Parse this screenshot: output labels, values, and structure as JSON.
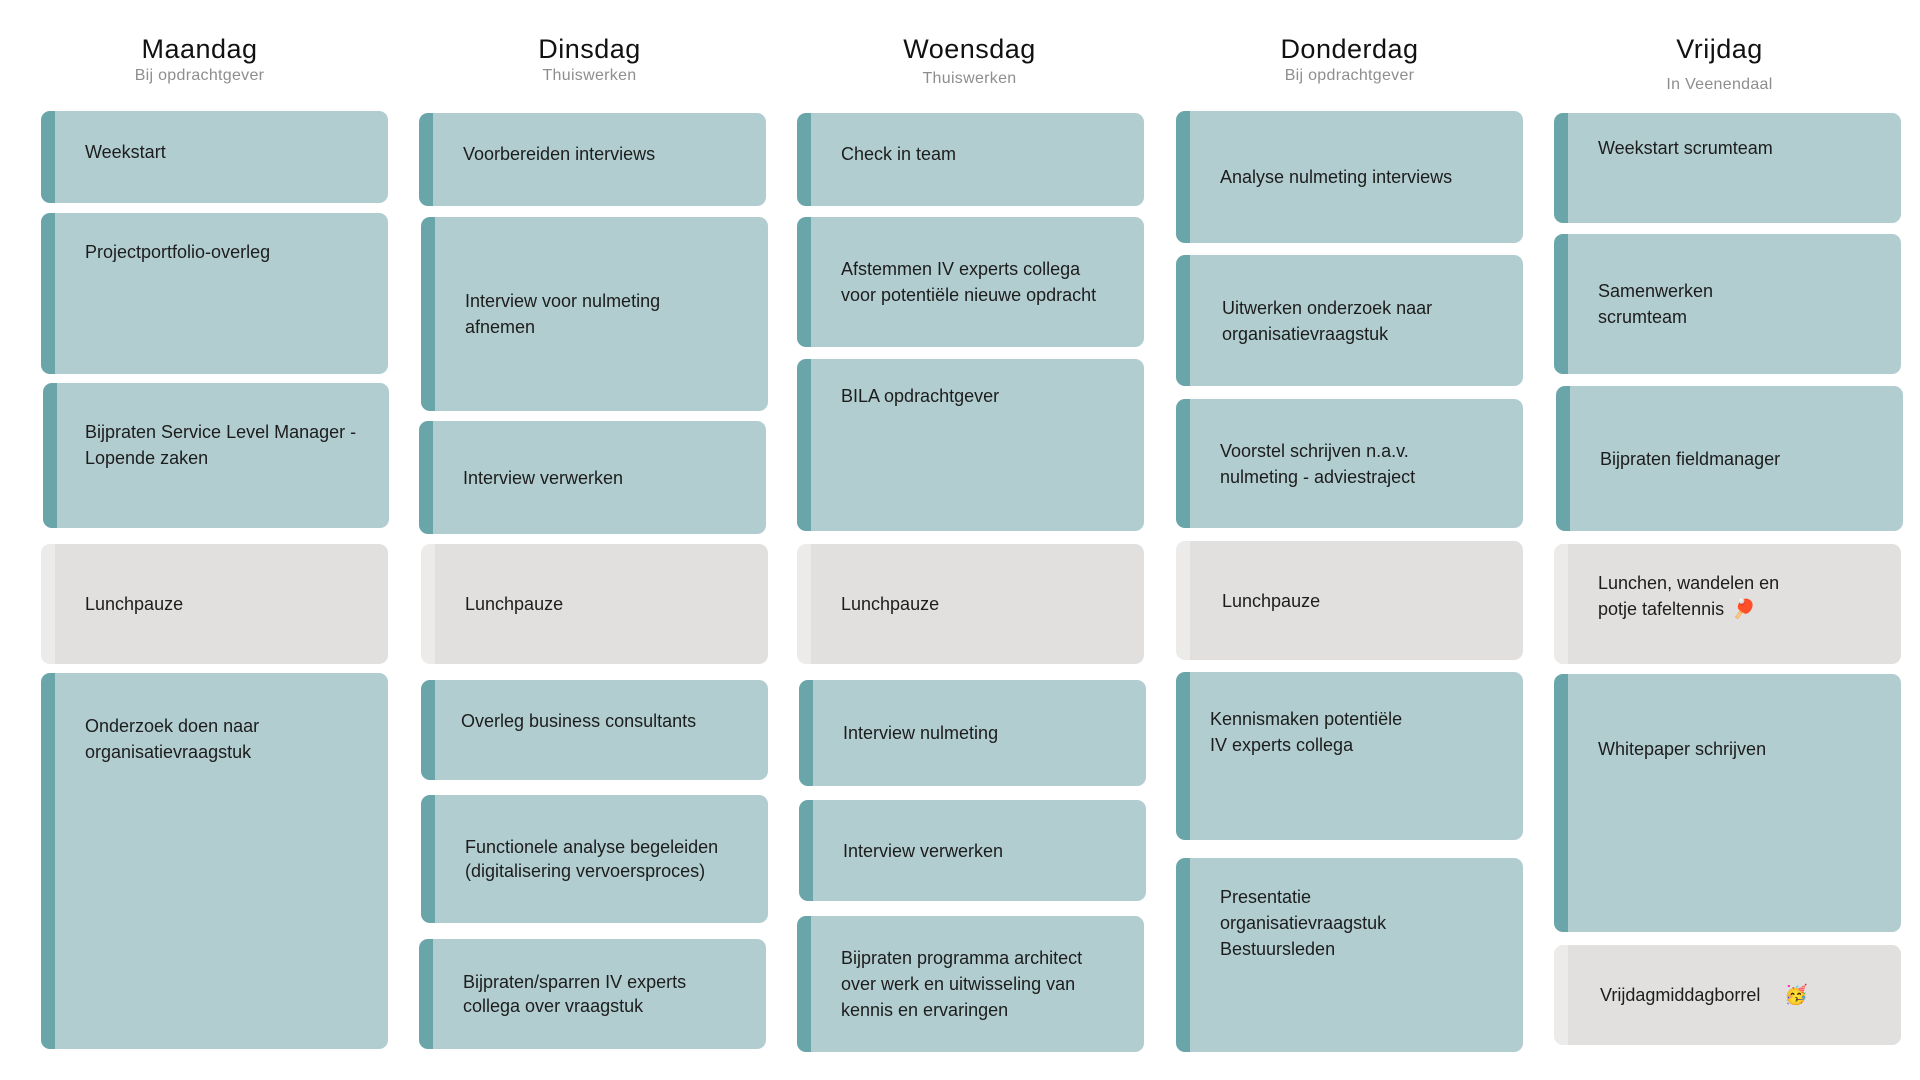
{
  "days": [
    {
      "title": "Maandag",
      "subtitle": "Bij opdrachtgever",
      "items": [
        {
          "label": "Weekstart"
        },
        {
          "label": "Projectportfolio-overleg"
        },
        {
          "label": "Bijpraten Service Level Manager -\nLopende zaken"
        },
        {
          "label": "Lunchpauze"
        },
        {
          "label": "Onderzoek doen naar\norganisatievraagstuk"
        }
      ]
    },
    {
      "title": "Dinsdag",
      "subtitle": "Thuiswerken",
      "items": [
        {
          "label": "Voorbereiden interviews"
        },
        {
          "label": "Interview voor nulmeting\nafnemen"
        },
        {
          "label": "Interview verwerken"
        },
        {
          "label": "Lunchpauze"
        },
        {
          "label": "Overleg business consultants"
        },
        {
          "label": "Functionele analyse begeleiden\n(digitalisering vervoersproces)"
        },
        {
          "label": "Bijpraten/sparren IV experts\ncollega over vraagstuk"
        }
      ]
    },
    {
      "title": "Woensdag",
      "subtitle": "Thuiswerken",
      "items": [
        {
          "label": "Check in team"
        },
        {
          "label": "Afstemmen IV experts collega\nvoor potentiële nieuwe opdracht"
        },
        {
          "label": "BILA opdrachtgever"
        },
        {
          "label": "Lunchpauze"
        },
        {
          "label": "Interview nulmeting"
        },
        {
          "label": "Interview verwerken"
        },
        {
          "label": "Bijpraten programma architect\nover werk en uitwisseling van\nkennis en ervaringen"
        }
      ]
    },
    {
      "title": "Donderdag",
      "subtitle": "Bij opdrachtgever",
      "items": [
        {
          "label": "Analyse nulmeting interviews"
        },
        {
          "label": "Uitwerken onderzoek naar\norganisatievraagstuk"
        },
        {
          "label": "Voorstel schrijven n.a.v.\nnulmeting - adviestraject"
        },
        {
          "label": "Lunchpauze"
        },
        {
          "label": "Kennismaken potentiële\nIV experts collega"
        },
        {
          "label": "Presentatie\norganisatievraagstuk\nBestuursleden"
        }
      ]
    },
    {
      "title": "Vrijdag",
      "subtitle": "In Veenendaal",
      "items": [
        {
          "label": "Weekstart scrumteam"
        },
        {
          "label": "Samenwerken\nscrumteam"
        },
        {
          "label": "Bijpraten fieldmanager"
        },
        {
          "label": "Lunchen, wandelen en\npotje tafeltennis",
          "emoji": "🏓"
        },
        {
          "label": "Whitepaper schrijven"
        },
        {
          "label": "Vrijdagmiddagborrel",
          "emoji": "🥳"
        }
      ]
    }
  ],
  "colors": {
    "card": "#b1cdd0",
    "card_accent": "#6aa5aa",
    "lunch": "#e1e0df",
    "lunch_accent": "#ecebea"
  }
}
